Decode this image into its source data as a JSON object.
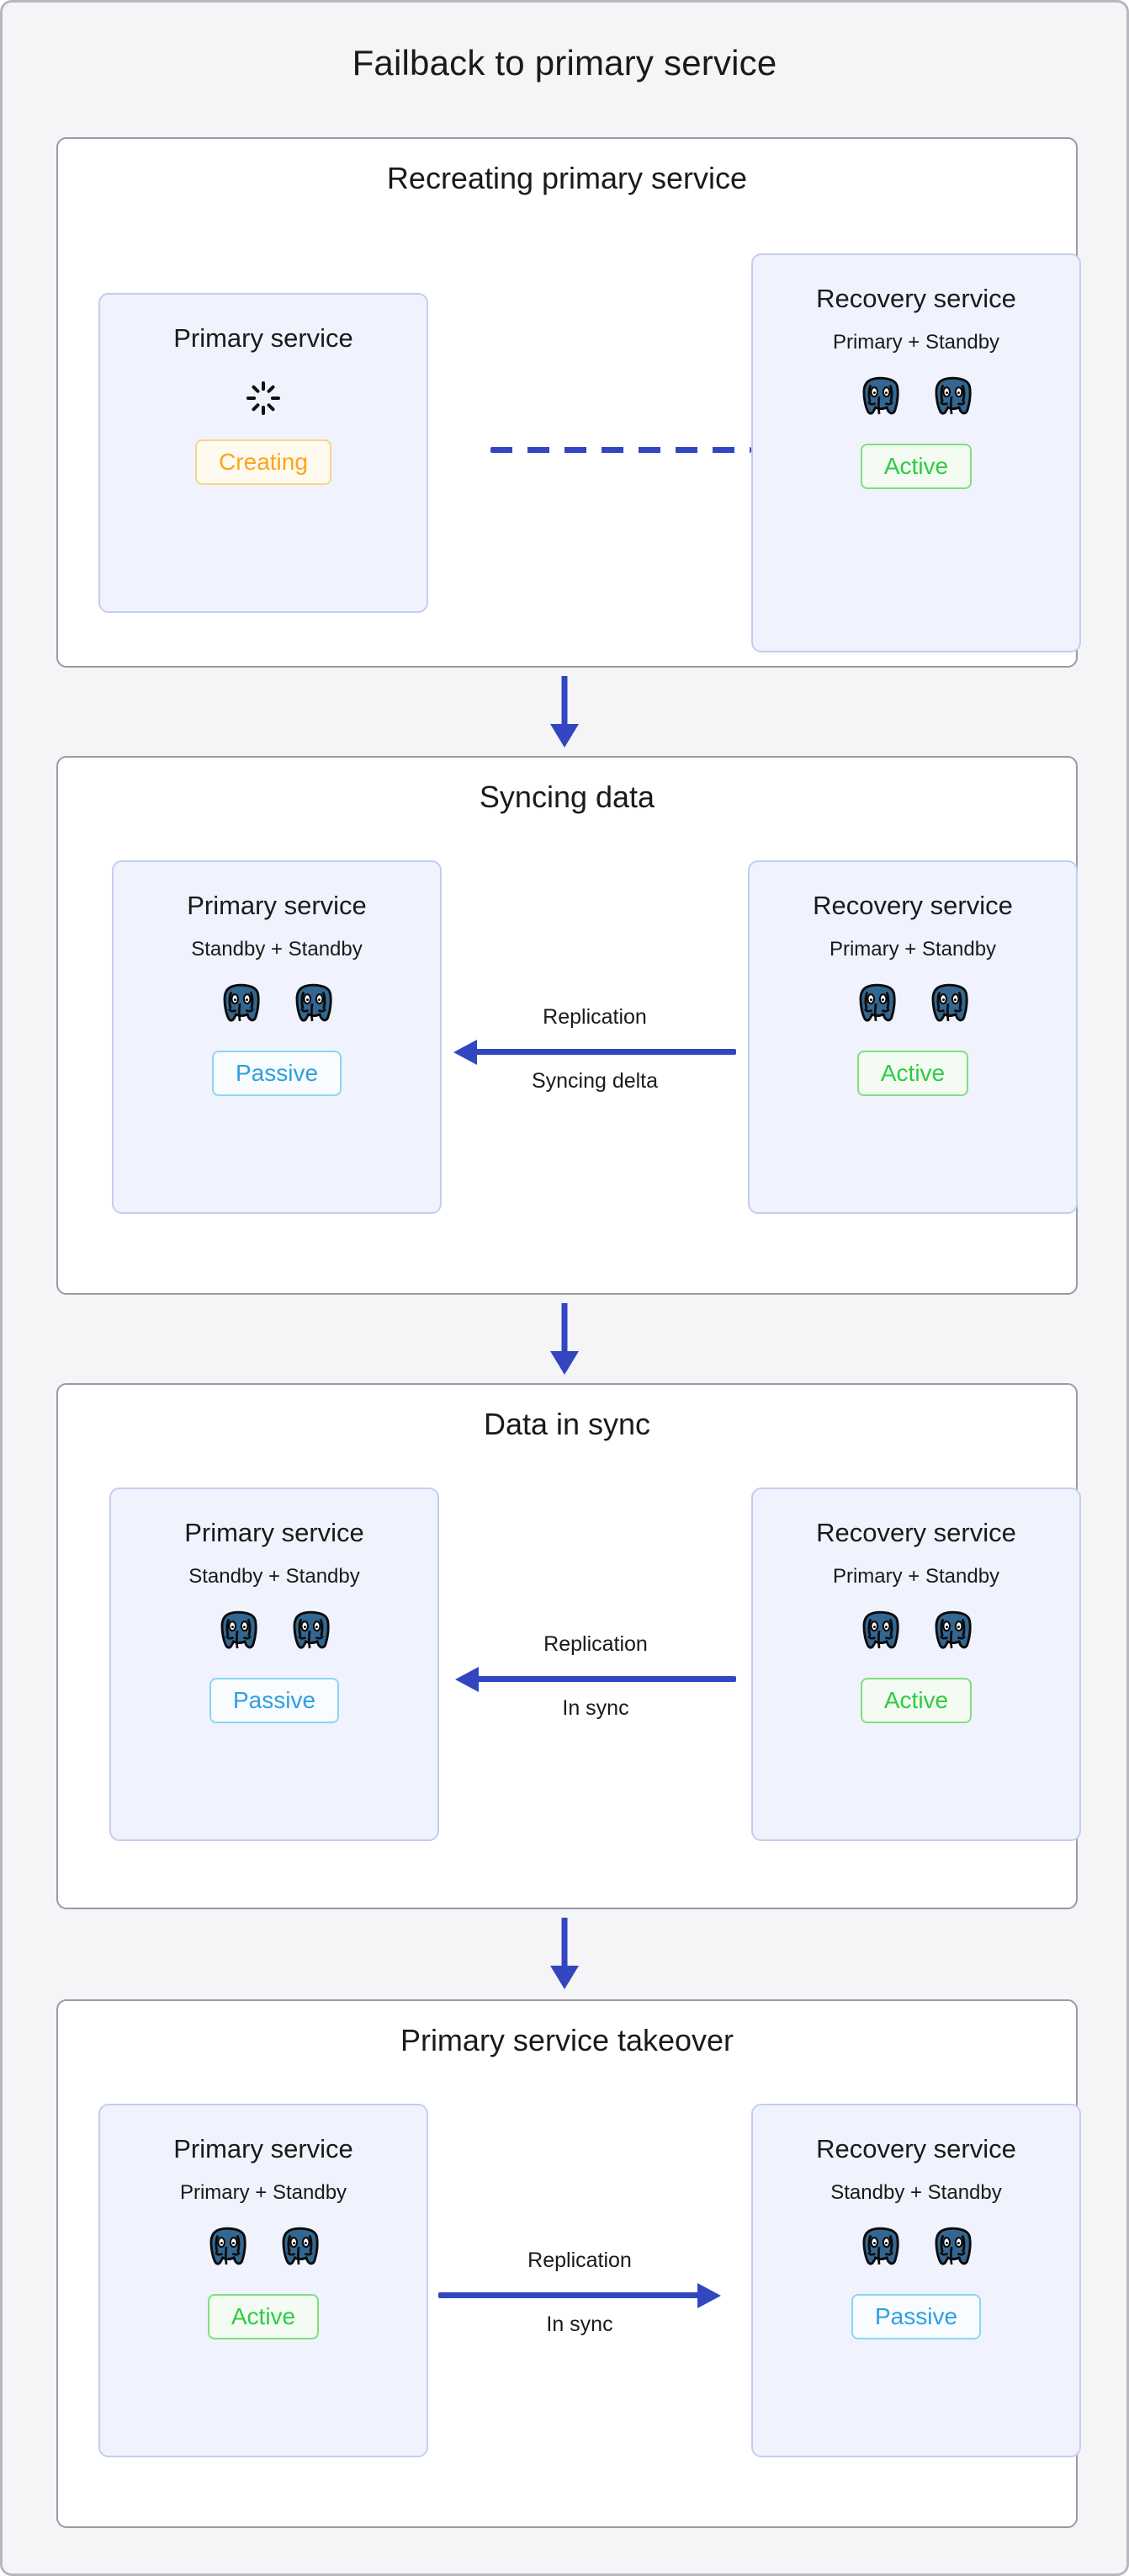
{
  "figure": {
    "title": "Failback to primary service"
  },
  "colors": {
    "accent_arrow": "#3246c0",
    "active": "#2ecc40",
    "passive": "#2f9fe0",
    "creating": "#ffa319",
    "card_bg": "#f0f3fd",
    "card_border": "#c3cdf2",
    "panel_border": "#9a9aa6",
    "page_bg": "#f5f5f7",
    "postgres_blue": "#336791"
  },
  "stages": [
    {
      "title": "Recreating primary service",
      "left_card": {
        "name": "Primary service",
        "role": null,
        "icon": "spinner-icon",
        "node_count": 0,
        "badge": "Creating",
        "badge_state": "creating"
      },
      "right_card": {
        "name": "Recovery service",
        "role": "Primary + Standby",
        "icon": "postgresql-elephant-icon",
        "node_count": 2,
        "badge": "Active",
        "badge_state": "active"
      },
      "connector": {
        "kind": "dashed",
        "direction": "none",
        "label_top": null,
        "label_bottom": null
      }
    },
    {
      "title": "Syncing data",
      "left_card": {
        "name": "Primary service",
        "role": "Standby + Standby",
        "icon": "postgresql-elephant-icon",
        "node_count": 2,
        "badge": "Passive",
        "badge_state": "passive"
      },
      "right_card": {
        "name": "Recovery service",
        "role": "Primary + Standby",
        "icon": "postgresql-elephant-icon",
        "node_count": 2,
        "badge": "Active",
        "badge_state": "active"
      },
      "connector": {
        "kind": "solid",
        "direction": "left",
        "label_top": "Replication",
        "label_bottom": "Syncing delta"
      }
    },
    {
      "title": "Data in sync",
      "left_card": {
        "name": "Primary service",
        "role": "Standby + Standby",
        "icon": "postgresql-elephant-icon",
        "node_count": 2,
        "badge": "Passive",
        "badge_state": "passive"
      },
      "right_card": {
        "name": "Recovery service",
        "role": "Primary + Standby",
        "icon": "postgresql-elephant-icon",
        "node_count": 2,
        "badge": "Active",
        "badge_state": "active"
      },
      "connector": {
        "kind": "solid",
        "direction": "left",
        "label_top": "Replication",
        "label_bottom": "In sync"
      }
    },
    {
      "title": "Primary service takeover",
      "left_card": {
        "name": "Primary service",
        "role": "Primary + Standby",
        "icon": "postgresql-elephant-icon",
        "node_count": 2,
        "badge": "Active",
        "badge_state": "active"
      },
      "right_card": {
        "name": "Recovery service",
        "role": "Standby + Standby",
        "icon": "postgresql-elephant-icon",
        "node_count": 2,
        "badge": "Passive",
        "badge_state": "passive"
      },
      "connector": {
        "kind": "solid",
        "direction": "right",
        "label_top": "Replication",
        "label_bottom": "In sync"
      }
    }
  ],
  "flow_arrows": [
    {
      "from_stage": 0,
      "to_stage": 1,
      "direction": "down"
    },
    {
      "from_stage": 1,
      "to_stage": 2,
      "direction": "down"
    },
    {
      "from_stage": 2,
      "to_stage": 3,
      "direction": "down"
    }
  ]
}
